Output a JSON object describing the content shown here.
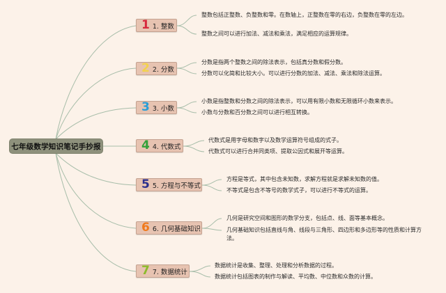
{
  "root": {
    "title": "七年级数学知识笔记手抄报"
  },
  "colors": {
    "background": "#fcf2e9",
    "root_fill": "#8e917c",
    "topic_fill": "#e7c3b1",
    "link": "#a7bda9"
  },
  "topics": [
    {
      "numeral": "1",
      "numeral_color": "#d6283d",
      "label": "1. 整数",
      "notes": [
        "整数包括正整数、负整数和零。在数轴上，正整数在零的右边，负整数在零的左边。",
        "整数之间可以进行加法、减法和乘法，满足相应的运算规律。"
      ]
    },
    {
      "numeral": "2",
      "numeral_color": "#f3d24c",
      "label": "2. 分数",
      "notes": [
        "分数是指两个整数之间的除法表示，包括真分数和假分数。",
        "分数可以化简和比较大小。可以进行分数的加法、减法、乘法和除法运算。"
      ]
    },
    {
      "numeral": "3",
      "numeral_color": "#2a9ed6",
      "label": "3. 小数",
      "notes": [
        "小数是指整数和分数之间的除法表示，可以用有限小数和无限循环小数来表示。",
        "小数与分数和百分数之间可以进行相互转换。"
      ]
    },
    {
      "numeral": "4",
      "numeral_color": "#33a13a",
      "label": "4. 代数式",
      "notes": [
        "代数式是用字母和数字以及数学运算符号组成的式子。",
        "代数式可以进行合并同类项、提取公因式和展开等运算。"
      ]
    },
    {
      "numeral": "5",
      "numeral_color": "#2b2f8d",
      "label": "5. 方程与不等式",
      "notes": [
        "方程是等式，其中包含未知数，求解方程就是求解未知数的值。",
        "不等式是包含不等号的数学式子，可以进行不等式的运算。"
      ]
    },
    {
      "numeral": "6",
      "numeral_color": "#f07a1c",
      "label": "6. 几何基础知识",
      "notes": [
        "几何是研究空间和图形的数学分支，包括点、线、面等基本概念。",
        "几何基础知识包括直线与角、线段与三角形、四边形和多边形等的性质和计算方法。"
      ]
    },
    {
      "numeral": "7",
      "numeral_color": "#8cbb2b",
      "label": "7. 数据统计",
      "notes": [
        "数据统计是收集、整理、处理和分析数据的过程。",
        "数据统计包括图表的制作与解读、平均数、中位数和众数的计算。"
      ]
    }
  ]
}
